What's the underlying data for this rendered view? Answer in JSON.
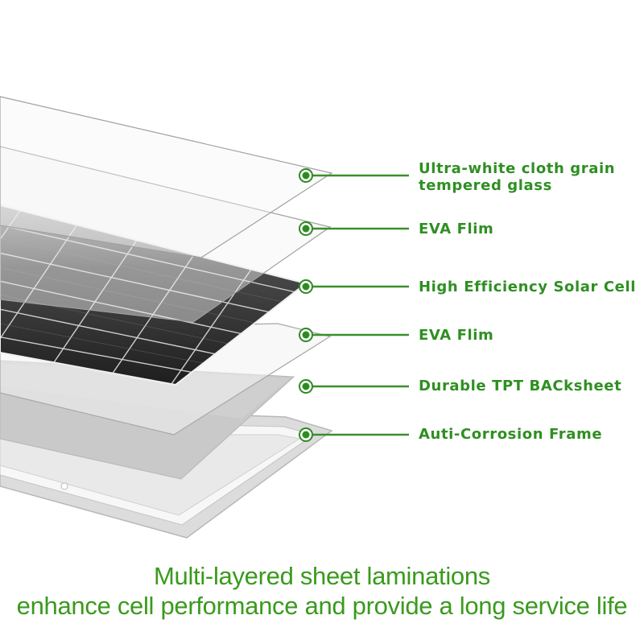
{
  "layers": [
    {
      "id": "glass",
      "lines": [
        "Ultra-white cloth grain",
        "tempered glass"
      ]
    },
    {
      "id": "eva-top",
      "lines": [
        "EVA Flim"
      ]
    },
    {
      "id": "solar-cell",
      "lines": [
        "High Efficiency Solar Cell"
      ]
    },
    {
      "id": "eva-bottom",
      "lines": [
        "EVA Flim"
      ]
    },
    {
      "id": "backsheet",
      "lines": [
        "Durable TPT BACksheet"
      ]
    },
    {
      "id": "frame",
      "lines": [
        "Auti-Corrosion Frame"
      ]
    }
  ],
  "caption": {
    "line1": "Multi-layered sheet laminations",
    "line2": "enhance cell performance and provide a long service life"
  },
  "colors": {
    "label_green": "#2f8f22",
    "caption_green": "#3a9a1d",
    "cell_dark": "#2b2b2b",
    "frame_gray": "#d6d6d6"
  }
}
